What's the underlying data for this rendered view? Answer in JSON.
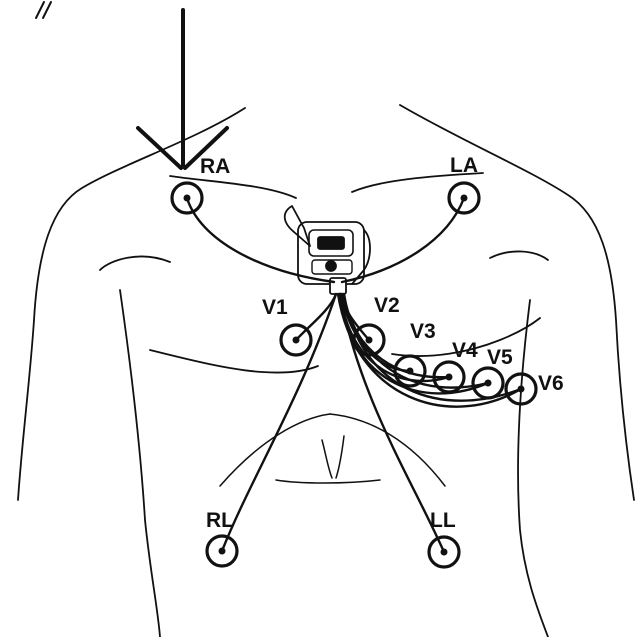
{
  "colors": {
    "ink": "#111111",
    "background": "#ffffff"
  },
  "electrodes": [
    {
      "id": "ra",
      "label": "RA"
    },
    {
      "id": "la",
      "label": "LA"
    },
    {
      "id": "v1",
      "label": "V1"
    },
    {
      "id": "v2",
      "label": "V2"
    },
    {
      "id": "v3",
      "label": "V3"
    },
    {
      "id": "v4",
      "label": "V4"
    },
    {
      "id": "v5",
      "label": "V5"
    },
    {
      "id": "v6",
      "label": "V6"
    },
    {
      "id": "rl",
      "label": "RL"
    },
    {
      "id": "ll",
      "label": "LL"
    }
  ],
  "icons": {
    "arrow": "down-arrow-icon",
    "recorder": "holter-recorder-icon",
    "electrode": "electrode-icon"
  }
}
